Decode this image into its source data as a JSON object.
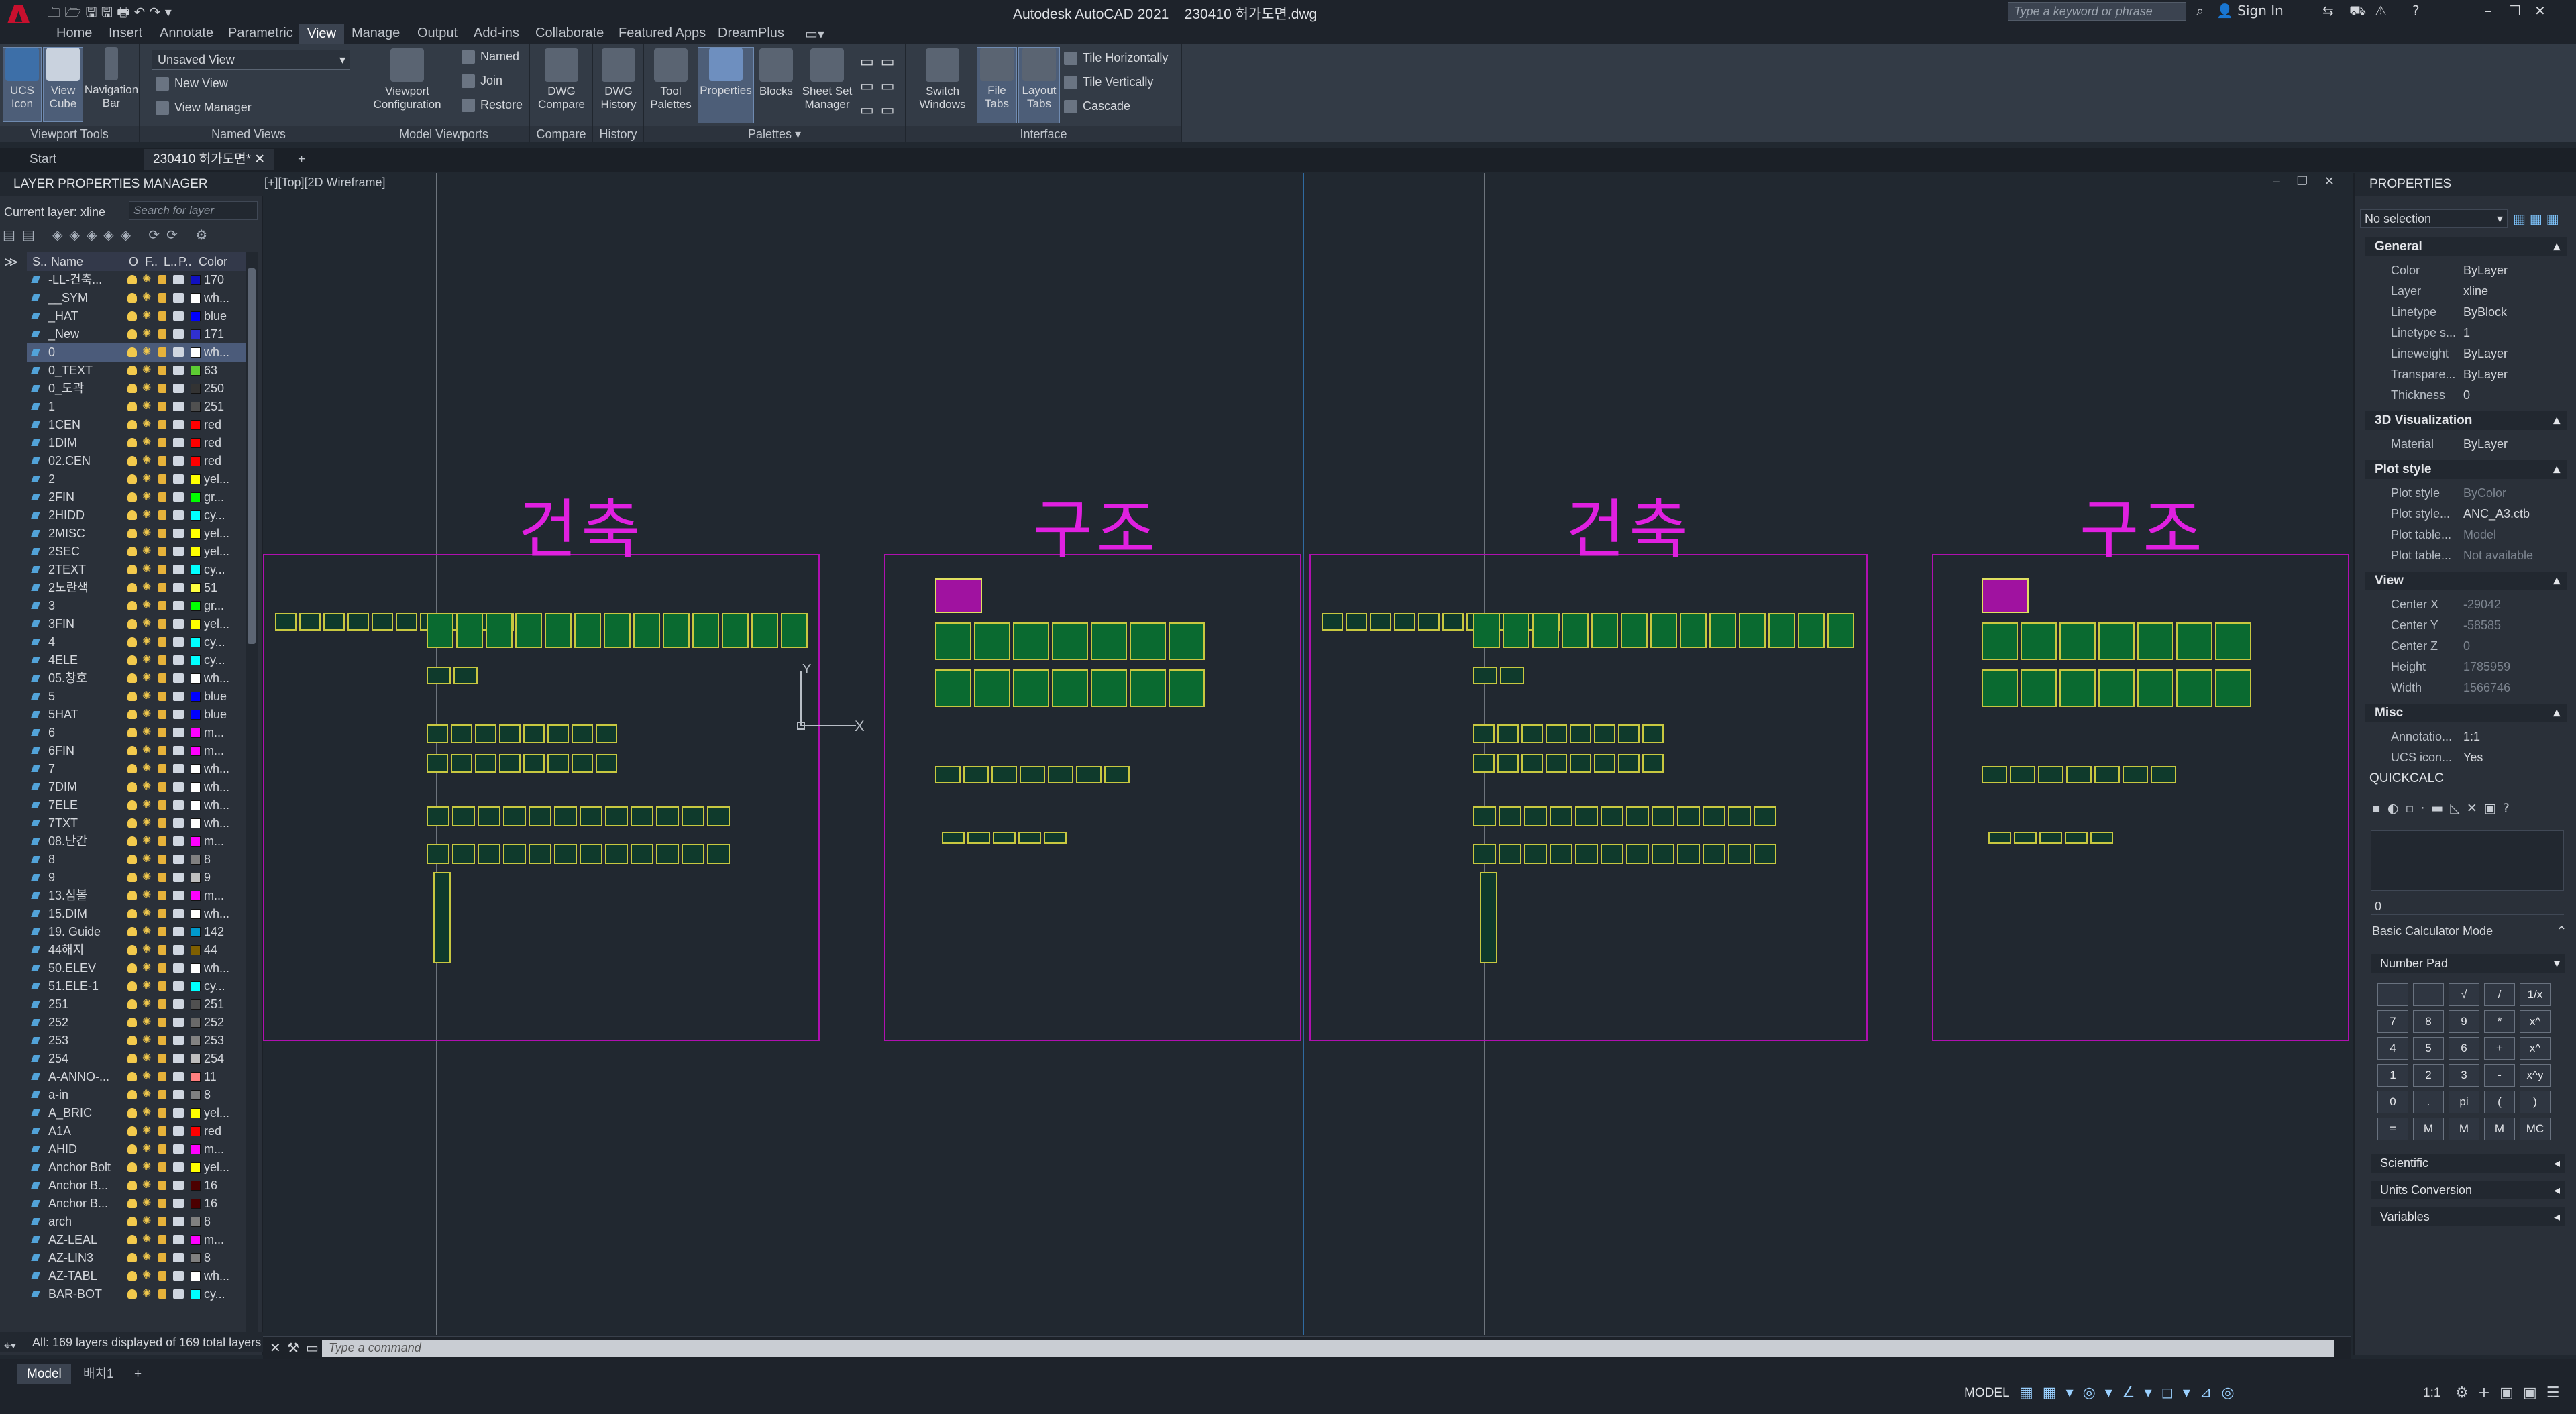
{
  "app": {
    "title": "Autodesk AutoCAD 2021",
    "file": "230410 허가도면.dwg",
    "search_placeholder": "Type a keyword or phrase",
    "signin": "Sign In"
  },
  "menu": [
    "Home",
    "Insert",
    "Annotate",
    "Parametric",
    "View",
    "Manage",
    "Output",
    "Add-ins",
    "Collaborate",
    "Featured Apps",
    "DreamPlus"
  ],
  "active_menu": "View",
  "ribbon": {
    "viewport_tools": {
      "label": "Viewport Tools",
      "ucs": "UCS Icon",
      "viewcube": "View Cube",
      "navbar": "Navigation Bar"
    },
    "named_views": {
      "label": "Named Views",
      "dropdown": "Unsaved View",
      "new": "New View",
      "manager": "View Manager"
    },
    "model_viewports": {
      "label": "Model Viewports",
      "config": "Viewport Configuration",
      "named": "Named",
      "join": "Join",
      "restore": "Restore"
    },
    "compare": {
      "label": "Compare",
      "dwg": "DWG Compare"
    },
    "history": {
      "label": "History",
      "dwg": "DWG History"
    },
    "palettes": {
      "label": "Palettes",
      "tool": "Tool Palettes",
      "properties": "Properties",
      "blocks": "Blocks",
      "sheetset": "Sheet Set Manager"
    },
    "interface": {
      "label": "Interface",
      "switch": "Switch Windows",
      "filetabs": "File Tabs",
      "layouttabs": "Layout Tabs",
      "tileh": "Tile Horizontally",
      "tilev": "Tile Vertically",
      "cascade": "Cascade"
    }
  },
  "doc_tabs": [
    "Start",
    "230410 허가도면*"
  ],
  "layer_manager": {
    "title": "LAYER PROPERTIES MANAGER",
    "current": "Current layer: xline",
    "search_placeholder": "Search for layer",
    "headers": {
      "s": "S..",
      "name": "Name",
      "o": "O",
      "f": "F..",
      "l": "L..",
      "p": "P..",
      "color": "Color"
    },
    "status": "All: 169 layers displayed of 169 total layers",
    "rows": [
      {
        "name": "-LL-건축...",
        "color": "170",
        "hex": "#1010c0"
      },
      {
        "name": "__SYM",
        "color": "wh...",
        "hex": "#ffffff"
      },
      {
        "name": "_HAT",
        "color": "blue",
        "hex": "#0000ff"
      },
      {
        "name": "_New",
        "color": "171",
        "hex": "#3030d0"
      },
      {
        "name": "0",
        "color": "wh...",
        "hex": "#ffffff",
        "sel": true
      },
      {
        "name": "0_TEXT",
        "color": "63",
        "hex": "#5ccc33"
      },
      {
        "name": "0_도곽",
        "color": "250",
        "hex": "#333333"
      },
      {
        "name": "1",
        "color": "251",
        "hex": "#505050"
      },
      {
        "name": "1CEN",
        "color": "red",
        "hex": "#ff0000"
      },
      {
        "name": "1DIM",
        "color": "red",
        "hex": "#ff0000"
      },
      {
        "name": "02.CEN",
        "color": "red",
        "hex": "#ff0000"
      },
      {
        "name": "2",
        "color": "yel...",
        "hex": "#ffff00"
      },
      {
        "name": "2FIN",
        "color": "gr...",
        "hex": "#00ff00"
      },
      {
        "name": "2HIDD",
        "color": "cy...",
        "hex": "#00ffff"
      },
      {
        "name": "2MISC",
        "color": "yel...",
        "hex": "#ffff00"
      },
      {
        "name": "2SEC",
        "color": "yel...",
        "hex": "#ffff00"
      },
      {
        "name": "2TEXT",
        "color": "cy...",
        "hex": "#00ffff"
      },
      {
        "name": "2노란색",
        "color": "51",
        "hex": "#ffff3f"
      },
      {
        "name": "3",
        "color": "gr...",
        "hex": "#00ff00"
      },
      {
        "name": "3FIN",
        "color": "yel...",
        "hex": "#ffff00"
      },
      {
        "name": "4",
        "color": "cy...",
        "hex": "#00ffff"
      },
      {
        "name": "4ELE",
        "color": "cy...",
        "hex": "#00ffff"
      },
      {
        "name": "05.창호",
        "color": "wh...",
        "hex": "#ffffff"
      },
      {
        "name": "5",
        "color": "blue",
        "hex": "#0000ff"
      },
      {
        "name": "5HAT",
        "color": "blue",
        "hex": "#0000ff"
      },
      {
        "name": "6",
        "color": "m...",
        "hex": "#ff00ff"
      },
      {
        "name": "6FIN",
        "color": "m...",
        "hex": "#ff00ff"
      },
      {
        "name": "7",
        "color": "wh...",
        "hex": "#ffffff"
      },
      {
        "name": "7DIM",
        "color": "wh...",
        "hex": "#ffffff"
      },
      {
        "name": "7ELE",
        "color": "wh...",
        "hex": "#ffffff"
      },
      {
        "name": "7TXT",
        "color": "wh...",
        "hex": "#ffffff"
      },
      {
        "name": "08.난간",
        "color": "m...",
        "hex": "#ff00ff"
      },
      {
        "name": "8",
        "color": "8",
        "hex": "#808080"
      },
      {
        "name": "9",
        "color": "9",
        "hex": "#c0c0c0"
      },
      {
        "name": "13.심볼",
        "color": "m...",
        "hex": "#ff00ff"
      },
      {
        "name": "15.DIM",
        "color": "wh...",
        "hex": "#ffffff"
      },
      {
        "name": "19. Guide",
        "color": "142",
        "hex": "#0099cc"
      },
      {
        "name": "44해지",
        "color": "44",
        "hex": "#7f5f00"
      },
      {
        "name": "50.ELEV",
        "color": "wh...",
        "hex": "#ffffff"
      },
      {
        "name": "51.ELE-1",
        "color": "cy...",
        "hex": "#00ffff"
      },
      {
        "name": "251",
        "color": "251",
        "hex": "#505050"
      },
      {
        "name": "252",
        "color": "252",
        "hex": "#696969"
      },
      {
        "name": "253",
        "color": "253",
        "hex": "#828282"
      },
      {
        "name": "254",
        "color": "254",
        "hex": "#bebebe"
      },
      {
        "name": "A-ANNO-...",
        "color": "11",
        "hex": "#ff7f7f"
      },
      {
        "name": "a-in",
        "color": "8",
        "hex": "#808080"
      },
      {
        "name": "A_BRIC",
        "color": "yel...",
        "hex": "#ffff00"
      },
      {
        "name": "A1A",
        "color": "red",
        "hex": "#ff0000"
      },
      {
        "name": "AHID",
        "color": "m...",
        "hex": "#ff00ff"
      },
      {
        "name": "Anchor Bolt",
        "color": "yel...",
        "hex": "#ffff00"
      },
      {
        "name": "Anchor B...",
        "color": "16",
        "hex": "#4c0000"
      },
      {
        "name": "Anchor B...",
        "color": "16",
        "hex": "#4c0000"
      },
      {
        "name": "arch",
        "color": "8",
        "hex": "#808080"
      },
      {
        "name": "AZ-LEAL",
        "color": "m...",
        "hex": "#ff00ff"
      },
      {
        "name": "AZ-LIN3",
        "color": "8",
        "hex": "#808080"
      },
      {
        "name": "AZ-TABL",
        "color": "wh...",
        "hex": "#ffffff"
      },
      {
        "name": "BAR-BOT",
        "color": "cy...",
        "hex": "#00ffff"
      }
    ]
  },
  "viewport": {
    "label": "[+][Top][2D Wireframe]",
    "texts": [
      "건축",
      "구조",
      "건축",
      "구조"
    ],
    "ucs_x": "X",
    "ucs_y": "Y"
  },
  "properties": {
    "title": "PROPERTIES",
    "selection": "No selection",
    "sections": [
      {
        "title": "General",
        "rows": [
          [
            "Color",
            "ByLayer"
          ],
          [
            "Layer",
            "xline"
          ],
          [
            "Linetype",
            "ByBlock"
          ],
          [
            "Linetype s...",
            "1"
          ],
          [
            "Lineweight",
            "ByLayer"
          ],
          [
            "Transpare...",
            "ByLayer"
          ],
          [
            "Thickness",
            "0"
          ]
        ]
      },
      {
        "title": "3D Visualization",
        "rows": [
          [
            "Material",
            "ByLayer"
          ]
        ]
      },
      {
        "title": "Plot style",
        "rows": [
          [
            "Plot style",
            "ByColor"
          ],
          [
            "Plot style...",
            "ANC_A3.ctb"
          ],
          [
            "Plot table...",
            "Model"
          ],
          [
            "Plot table...",
            "Not available"
          ]
        ]
      },
      {
        "title": "View",
        "rows": [
          [
            "Center X",
            "-29042"
          ],
          [
            "Center Y",
            "-58585"
          ],
          [
            "Center Z",
            "0"
          ],
          [
            "Height",
            "1785959"
          ],
          [
            "Width",
            "1566746"
          ]
        ]
      },
      {
        "title": "Misc",
        "rows": [
          [
            "Annotatio...",
            "1:1"
          ],
          [
            "UCS icon...",
            "Yes"
          ]
        ]
      }
    ]
  },
  "quickcalc": {
    "title": "QUICKCALC",
    "value": "0",
    "mode": "Basic Calculator Mode",
    "numpad": "Number Pad",
    "keys": [
      "",
      "",
      "√",
      "/",
      "1/x",
      "7",
      "8",
      "9",
      "*",
      "x^",
      "4",
      "5",
      "6",
      "+",
      "x^",
      "1",
      "2",
      "3",
      "-",
      "x^y",
      "0",
      ".",
      "pi",
      "(",
      ")",
      "=",
      "M",
      "M",
      "M",
      "MC"
    ],
    "sections": [
      "Scientific",
      "Units Conversion",
      "Variables"
    ]
  },
  "command": {
    "placeholder": "Type a command"
  },
  "layout_tabs": [
    "Model",
    "배치1"
  ],
  "status": {
    "model": "MODEL",
    "scale": "1:1"
  }
}
